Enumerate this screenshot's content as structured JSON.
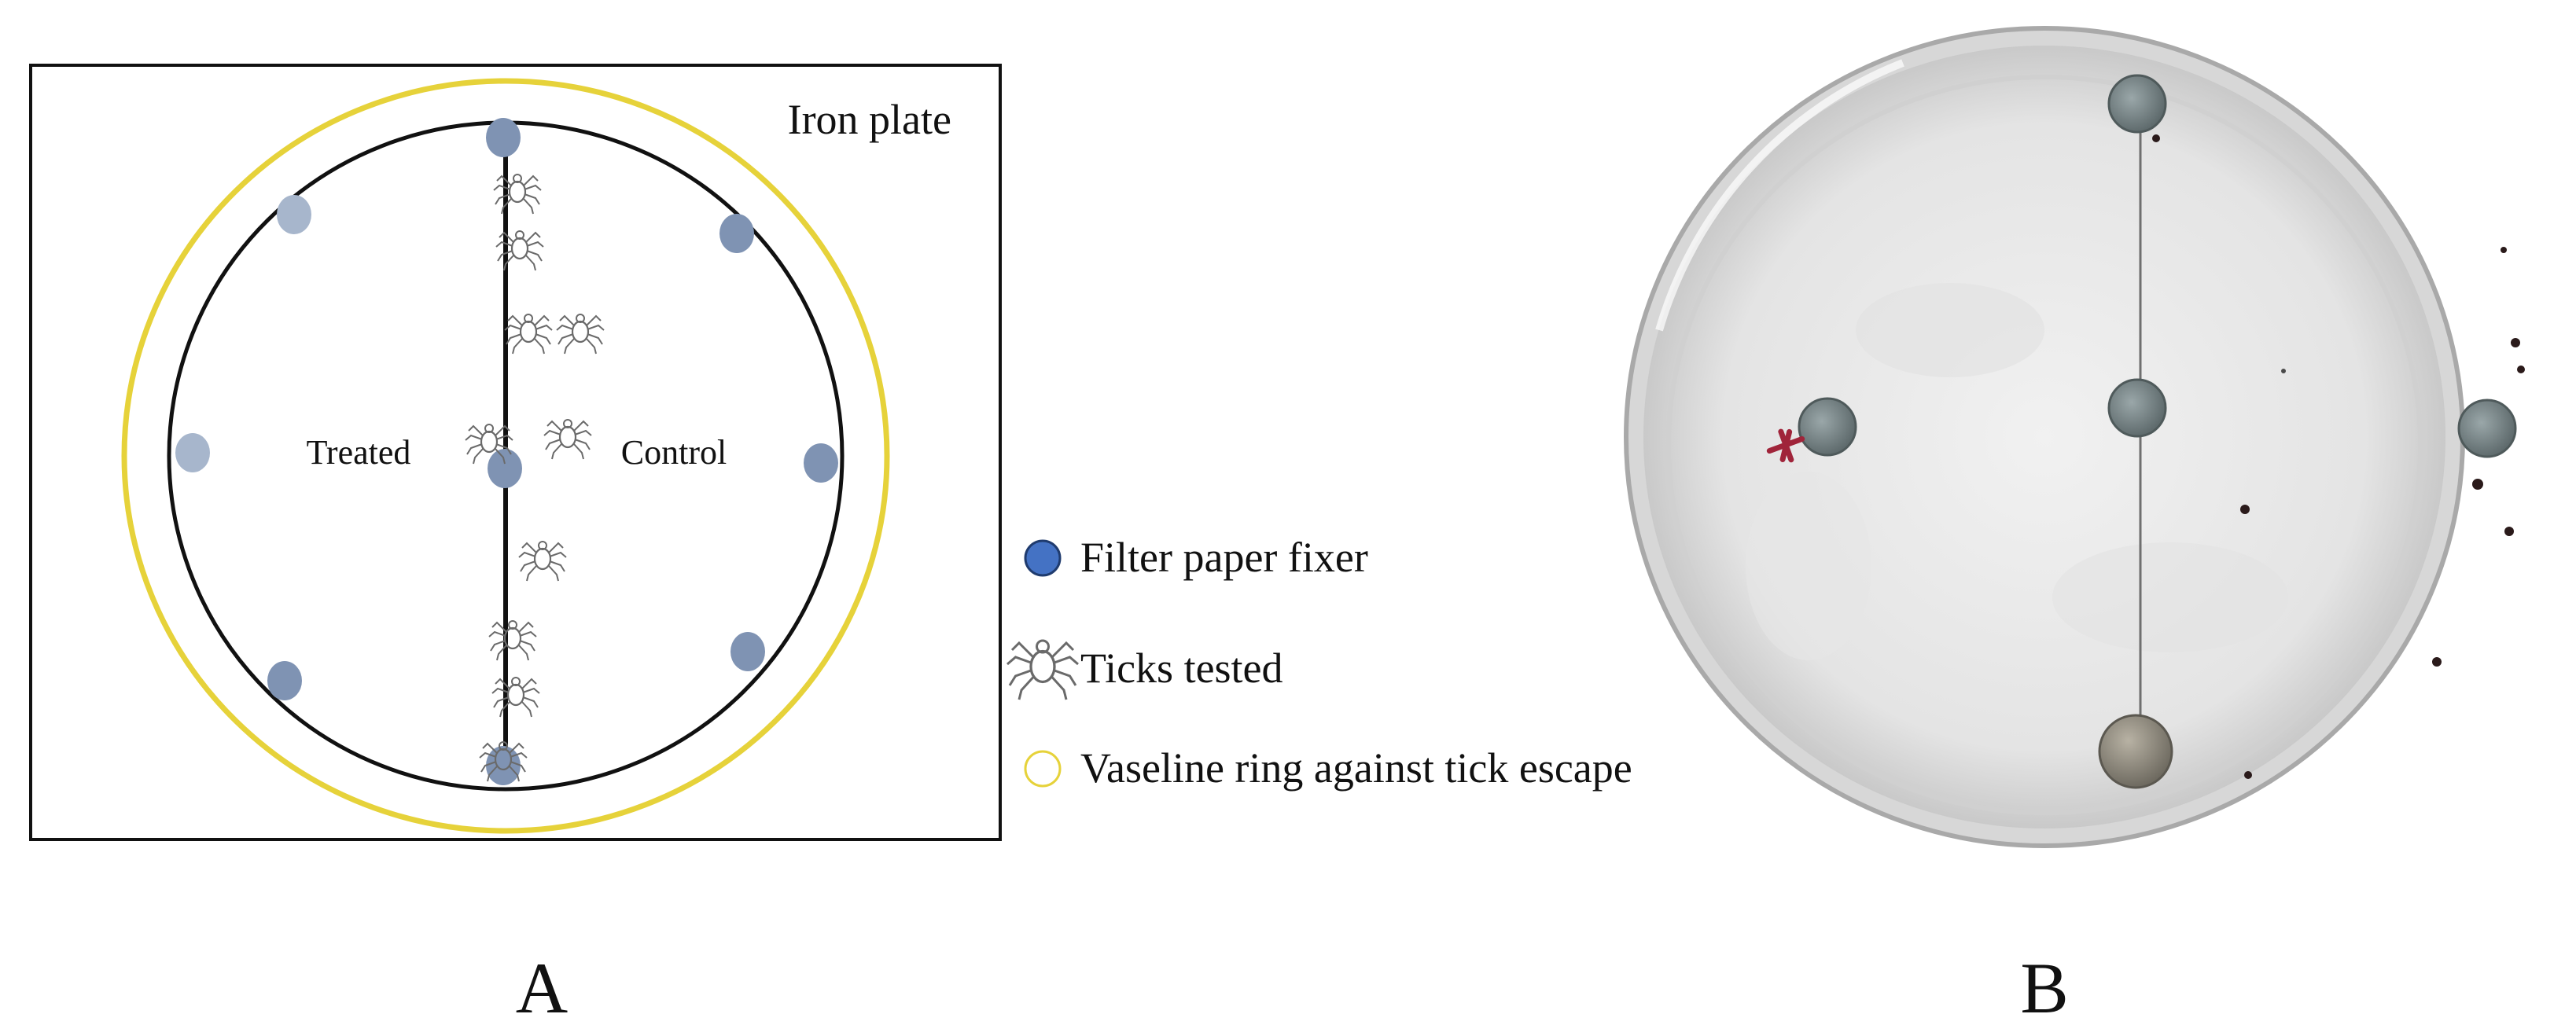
{
  "panel_a": {
    "letter": "A",
    "plate_label": "Iron plate",
    "left_label": "Treated",
    "right_label": "Control"
  },
  "panel_b": {
    "letter": "B"
  },
  "legend": {
    "items": [
      {
        "label": "Filter paper fixer",
        "icon": "filter-paper-fixer-icon"
      },
      {
        "label": "Ticks tested",
        "icon": "tick-icon"
      },
      {
        "label": "Vaseline ring against tick escape",
        "icon": "vaseline-ring-icon"
      }
    ]
  },
  "colors": {
    "fixer": "#7f93b3",
    "fixer_light": "#a7b6cc",
    "fixer_legend": "#4472c4",
    "vaseline": "#e6d23a",
    "outline": "#111111",
    "dish_bg": "#ececec"
  }
}
